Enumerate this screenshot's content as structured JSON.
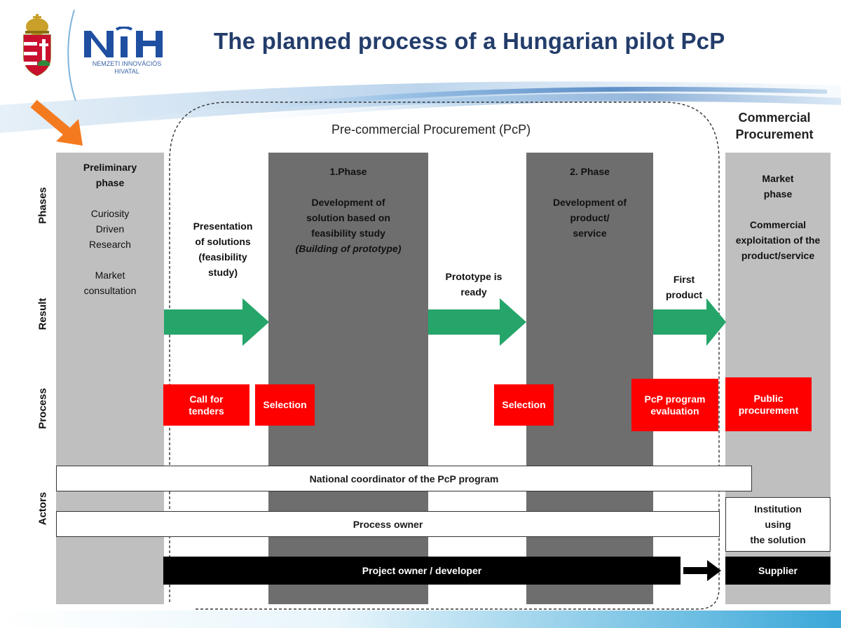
{
  "header": {
    "title": "The planned process of a Hungarian pilot PcP",
    "logo_mark": "NIH",
    "logo_subtitle_line1": "NEMZETI INNOVÁCIÓS",
    "logo_subtitle_line2": "HIVATAL"
  },
  "sections": {
    "pcp": "Pre-commercial Procurement (PcP)",
    "commercial_line1": "Commercial",
    "commercial_line2": "Procurement"
  },
  "rows": {
    "phases": "Phases",
    "result": "Result",
    "process": "Process",
    "actors": "Actors"
  },
  "columns": {
    "preliminary": {
      "title1": "Preliminary",
      "title2": "phase",
      "line1": "Curiosity",
      "line2": "Driven",
      "line3": "Research",
      "line4": "Market",
      "line5": "consultation"
    },
    "phase1": {
      "title": "1.Phase",
      "line1": "Development of",
      "line2": "solution based on",
      "line3": "feasibility study",
      "line4": "(Building of prototype)"
    },
    "phase2": {
      "title": "2. Phase",
      "line1": "Development of",
      "line2": "product/",
      "line3": "service"
    },
    "market": {
      "title1": "Market",
      "title2": "phase",
      "line1": "Commercial",
      "line2": "exploitation of the",
      "line3": "product/service"
    }
  },
  "results": {
    "presentation": [
      "Presentation",
      "of solutions",
      "(feasibility",
      "study)"
    ],
    "prototype": [
      "Prototype is",
      "ready"
    ],
    "first_product": [
      "First",
      "product"
    ]
  },
  "process_boxes": {
    "call_for_tenders": [
      "Call for",
      "tenders"
    ],
    "selection1": "Selection",
    "selection2": "Selection",
    "pcp_evaluation": [
      "PcP program",
      "evaluation"
    ],
    "public_procurement": [
      "Public",
      "procurement"
    ]
  },
  "actors": {
    "national_coordinator": "National coordinator of the PcP program",
    "process_owner": "Process owner",
    "institution": [
      "Institution",
      "using",
      "the solution"
    ],
    "project_owner": "Project owner / developer",
    "supplier": "Supplier"
  },
  "colors": {
    "title": "#233d6b",
    "light_column": "#bfbfbf",
    "dark_column": "#6e6e6e",
    "arrow_green": "#26a56a",
    "process_red": "#ff0000",
    "orange_arrow": "#f47a20"
  }
}
